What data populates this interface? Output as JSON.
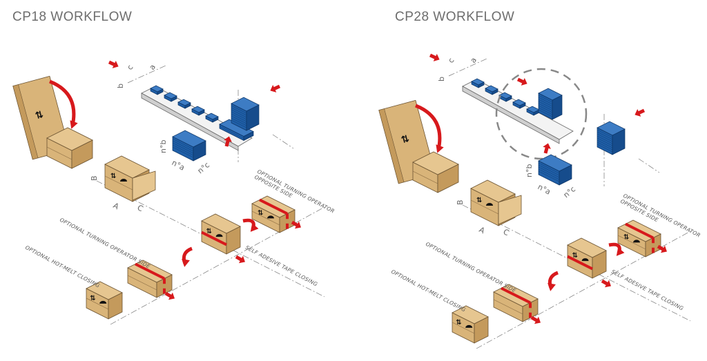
{
  "panels": [
    {
      "title": "CP18 WORKFLOW",
      "variant": "standard",
      "labels": {
        "turn_opposite_1": "OPTIONAL TURNING OPERATOR",
        "turn_opposite_2": "OPPOSITE SIDE",
        "turn_operator": "OPTIONAL TURNING OPERATOR SIDE",
        "hot_melt": "OPTIONAL HOT-MELT CLOSING",
        "tape": "SELF ADESIVE TAPE CLOSING"
      },
      "dims": {
        "a": "a",
        "b": "b",
        "c": "c",
        "na": "n°a",
        "nb": "n°b",
        "nc": "n°c",
        "A": "A",
        "B": "B",
        "C": "C"
      }
    },
    {
      "title": "CP28 WORKFLOW",
      "variant": "with-highlight-circle",
      "labels": {
        "turn_opposite_1": "OPTIONAL TURNING OPERATOR",
        "turn_opposite_2": "OPPOSITE SIDE",
        "turn_operator": "OPTIONAL TURNING OPERATOR SIDE",
        "hot_melt": "OPTIONAL HOT-MELT CLOSING",
        "tape": "SELF ADESIVE TAPE CLOSING"
      },
      "dims": {
        "a": "a",
        "b": "b",
        "c": "c",
        "na": "n°a",
        "nb": "n°b",
        "nc": "n°c",
        "A": "A",
        "B": "B",
        "C": "C"
      }
    }
  ],
  "colors": {
    "carton": "#d9b479",
    "carton_dark": "#c49a5c",
    "carton_light": "#e6c690",
    "tape": "#d7191c",
    "product": "#1f5fa8",
    "arrow": "#d7191c",
    "line": "#777777",
    "title": "#6d6d6d"
  }
}
